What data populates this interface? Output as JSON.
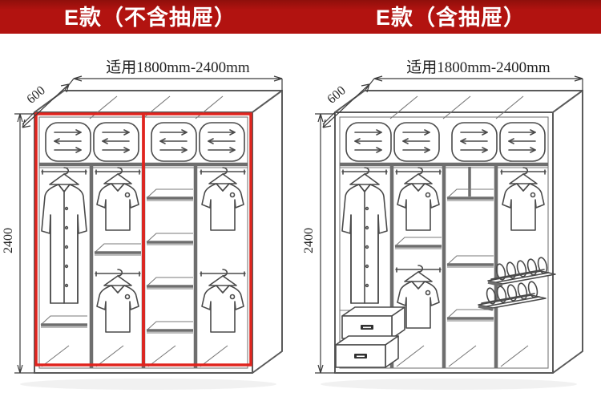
{
  "banner": {
    "bg": "#b21310",
    "text_color": "#ffffff",
    "left_title": "E款（不含抽屉）",
    "right_title": "E款（含抽屉）"
  },
  "diagram_left": {
    "width_label": "适用1800mm-2400mm",
    "depth_label": "600",
    "height_label": "2400",
    "door_highlight_color": "#e0241e"
  },
  "diagram_right": {
    "width_label": "适用1800mm-2400mm",
    "depth_label": "600",
    "height_label": "2400"
  }
}
